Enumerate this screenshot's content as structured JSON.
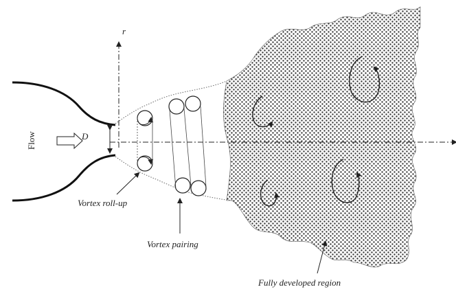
{
  "labels": {
    "flow": "Flow",
    "diameter": "D",
    "radial_axis": "r",
    "vortex_rollup": "Vortex roll-up",
    "vortex_pairing": "Vortex pairing",
    "fully_developed": "Fully developed region"
  },
  "colors": {
    "ink": "#222222",
    "stipple": "#3a3a3a",
    "background": "#ffffff"
  }
}
